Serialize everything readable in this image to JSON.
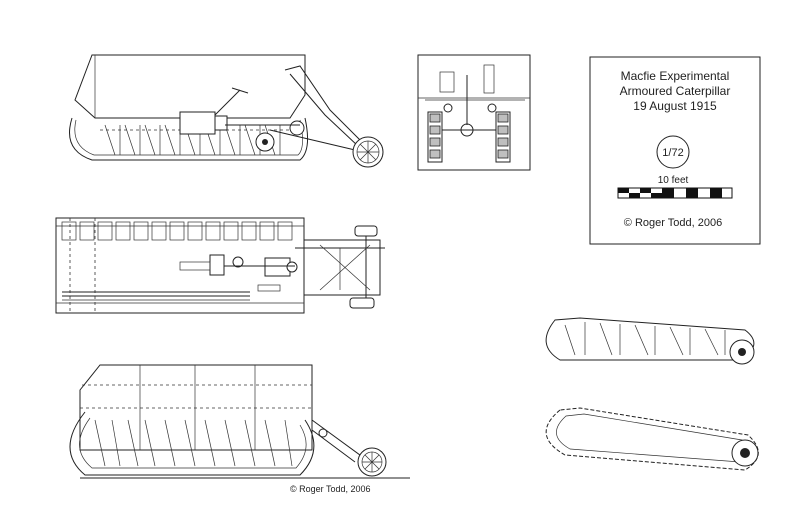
{
  "title_box": {
    "line1": "Macfie Experimental",
    "line2": "Armoured Caterpillar",
    "line3": "19 August 1915",
    "scale": "1/72",
    "scale_label": "10 feet",
    "credit": "© Roger Todd, 2006"
  },
  "bottom_credit": "© Roger Todd, 2006"
}
